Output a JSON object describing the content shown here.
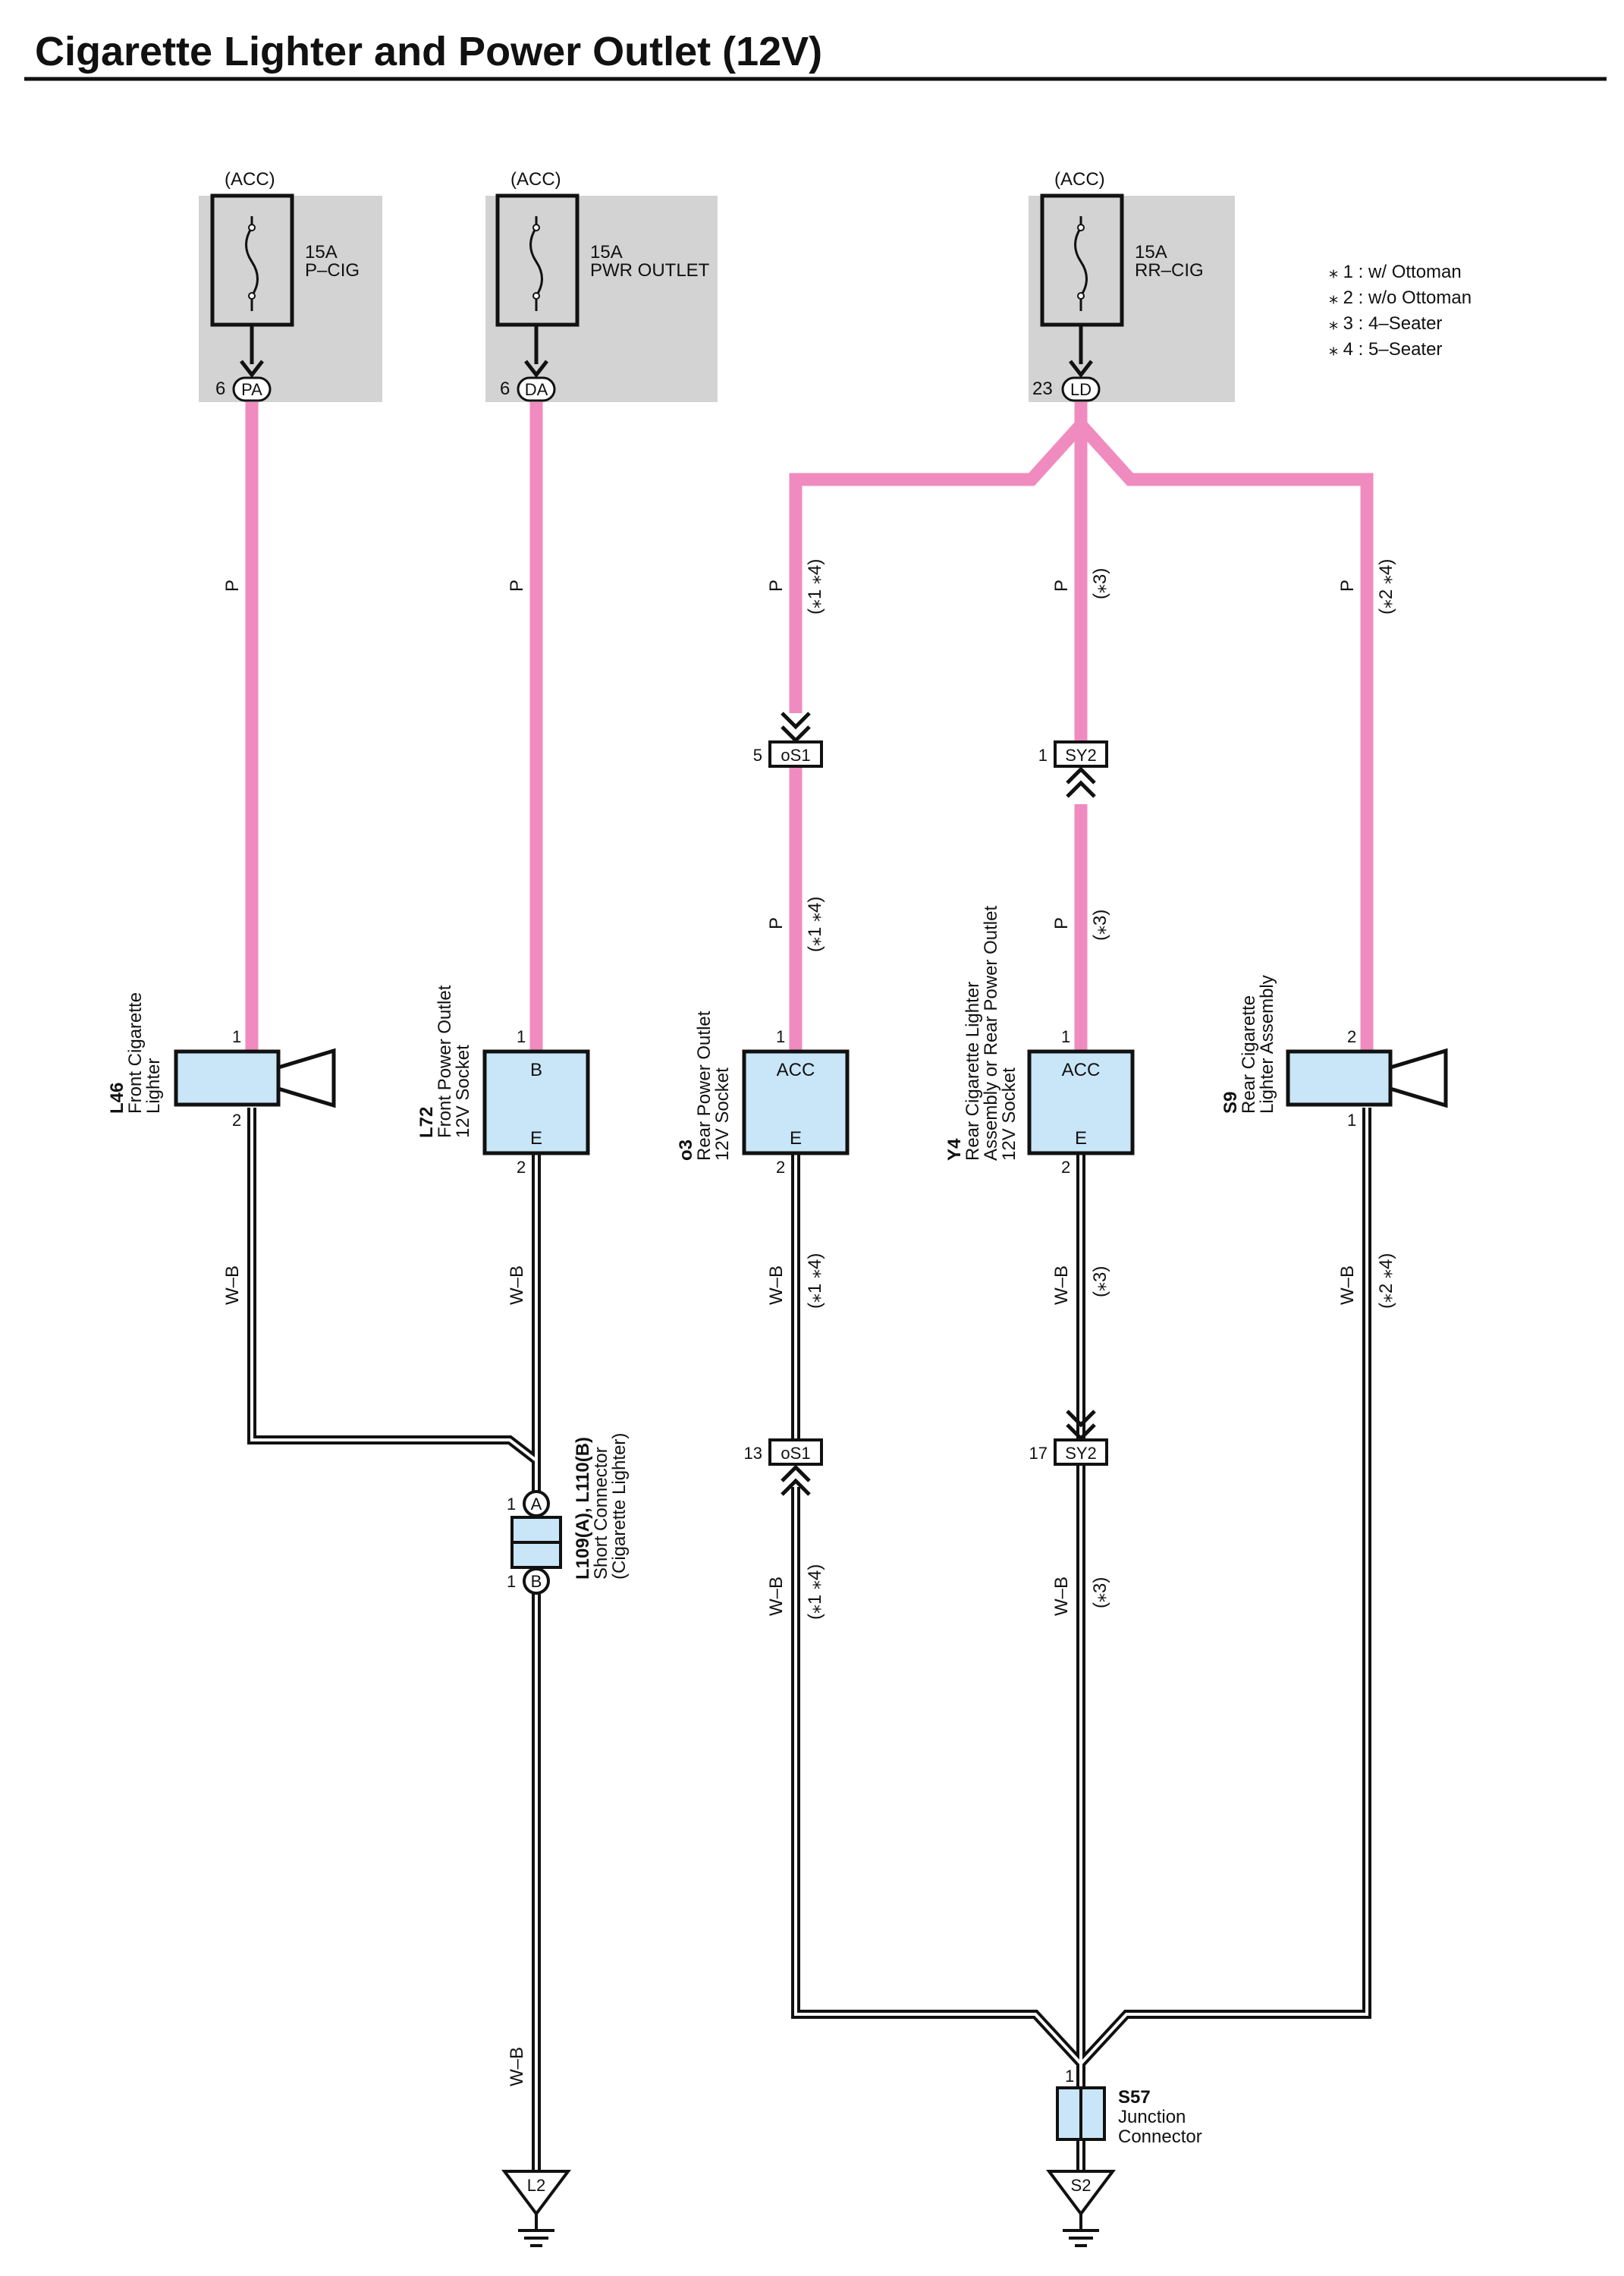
{
  "title": "Cigarette Lighter and Power Outlet (12V)",
  "legend": [
    "⁎ 1 : w/ Ottoman",
    "⁎ 2 : w/o Ottoman",
    "⁎ 3 : 4–Seater",
    "⁎ 4 : 5–Seater"
  ],
  "fuses": [
    {
      "supply": "(ACC)",
      "rating": "15A",
      "name": "P–CIG",
      "pin": "6",
      "connector": "PA"
    },
    {
      "supply": "(ACC)",
      "rating": "15A",
      "name": "PWR OUTLET",
      "pin": "6",
      "connector": "DA"
    },
    {
      "supply": "(ACC)",
      "rating": "15A",
      "name": "RR–CIG",
      "pin": "23",
      "connector": "LD"
    }
  ],
  "wire_labels": {
    "p": "P",
    "wb": "W–B",
    "n14": "(⁎1 ⁎4)",
    "n3": "(⁎3)",
    "n24": "(⁎2 ⁎4)"
  },
  "inline_connectors": [
    {
      "pin": "5",
      "id": "oS1"
    },
    {
      "pin": "1",
      "id": "SY2"
    },
    {
      "pin": "13",
      "id": "oS1"
    },
    {
      "pin": "17",
      "id": "SY2"
    }
  ],
  "components": {
    "L46": {
      "code": "L46",
      "line1": "Front Cigarette",
      "line2": "Lighter",
      "pin_in": "1",
      "pin_out": "2"
    },
    "L72": {
      "code": "L72",
      "line1": "Front Power Outlet",
      "line2": "12V Socket",
      "term_top": "B",
      "term_bottom": "E",
      "pin_in": "1",
      "pin_out": "2"
    },
    "o3": {
      "code": "o3",
      "line1": "Rear Power Outlet",
      "line2": "12V Socket",
      "term_top": "ACC",
      "term_bottom": "E",
      "pin_in": "1",
      "pin_out": "2"
    },
    "Y4": {
      "code": "Y4",
      "line1": "Rear Cigarette Lighter",
      "line2": "Assembly or Rear Power Outlet",
      "line3": "12V Socket",
      "term_top": "ACC",
      "term_bottom": "E",
      "pin_in": "1",
      "pin_out": "2"
    },
    "S9": {
      "code": "S9",
      "line1": "Rear Cigarette",
      "line2": "Lighter Assembly",
      "pin_in": "2",
      "pin_out": "1"
    }
  },
  "short_connector": {
    "code": "L109(A), L110(B)",
    "line1": "Short Connector",
    "line2": "(Cigarette Lighter)",
    "pin_a": "1",
    "label_a": "A",
    "pin_b": "1",
    "label_b": "B"
  },
  "junction": {
    "code": "S57",
    "line1": "Junction",
    "line2": "Connector",
    "pin": "1"
  },
  "grounds": [
    "L2",
    "S2"
  ],
  "colors": {
    "power_wire": "#f08bbf",
    "box_fill": "#c8e6f7",
    "fuse_bg": "#d3d3d4",
    "outline": "#111111"
  }
}
